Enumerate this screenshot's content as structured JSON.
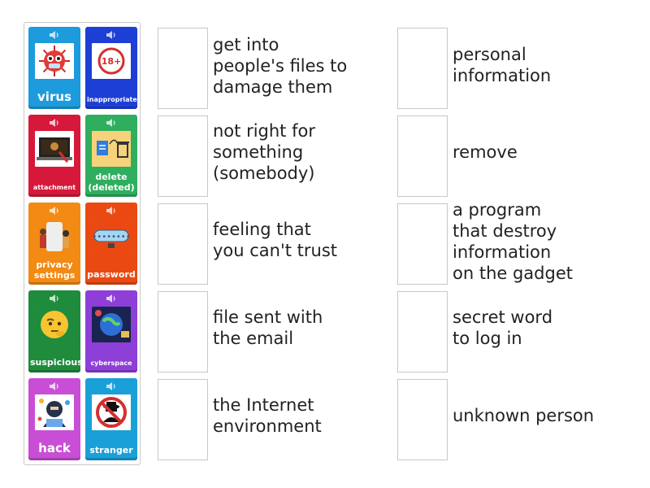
{
  "tiles": [
    {
      "label": "virus",
      "color": "#1e9bdc",
      "icon": "virus-icon"
    },
    {
      "label": "inappropriate",
      "color": "#1d3fd6",
      "icon": "eighteen-plus-icon",
      "badge": "18+"
    },
    {
      "label": "attachment",
      "color": "#d6183a",
      "icon": "attachment-laptop-icon"
    },
    {
      "label": "delete\n(deleted)",
      "color": "#2fae5e",
      "icon": "delete-file-trash-icon"
    },
    {
      "label": "privacy\nsettings",
      "color": "#f28a14",
      "icon": "privacy-settings-icon"
    },
    {
      "label": "password",
      "color": "#ea4a12",
      "icon": "password-field-icon"
    },
    {
      "label": "suspicious",
      "color": "#1f8b3d",
      "icon": "thinking-face-icon"
    },
    {
      "label": "cyberspace",
      "color": "#8e3fd8",
      "icon": "cyberspace-globe-icon"
    },
    {
      "label": "hack",
      "color": "#c94ed6",
      "icon": "hacker-icon"
    },
    {
      "label": "stranger",
      "color": "#1aa0d8",
      "icon": "no-stranger-icon"
    }
  ],
  "definitions_left": [
    "get into\npeople's files to\ndamage them",
    "not right for\nsomething\n(somebody)",
    "feeling that\nyou can't trust",
    "file sent with\nthe email",
    "the Internet\nenvironment"
  ],
  "definitions_right": [
    "personal\ninformation",
    "remove",
    "a program\nthat destroy\ninformation\non the gadget",
    "secret word\nto log in",
    "unknown person"
  ]
}
